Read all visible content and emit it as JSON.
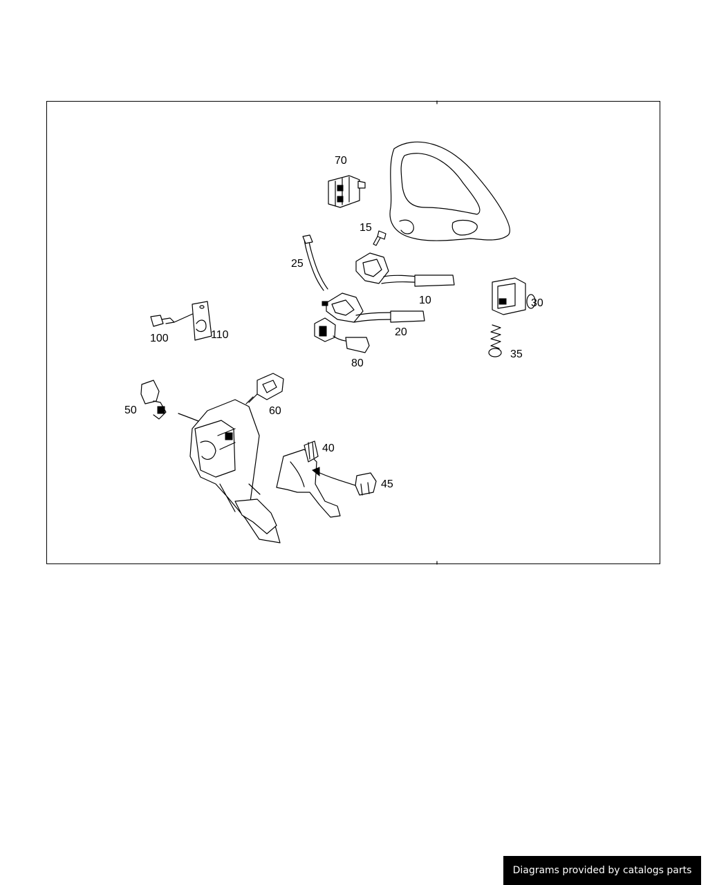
{
  "diagram": {
    "callouts": {
      "c10": "10",
      "c15": "15",
      "c20": "20",
      "c25": "25",
      "c30": "30",
      "c35": "35",
      "c40": "40",
      "c45": "45",
      "c50": "50",
      "c60": "60",
      "c70": "70",
      "c80": "80",
      "c100": "100",
      "c110": "110"
    }
  },
  "footer": {
    "credit": "Diagrams provided by catalogs parts"
  },
  "colors": {
    "background": "#ffffff",
    "linework": "#000000",
    "banner": "#000000",
    "banner_text": "#ffffff"
  }
}
